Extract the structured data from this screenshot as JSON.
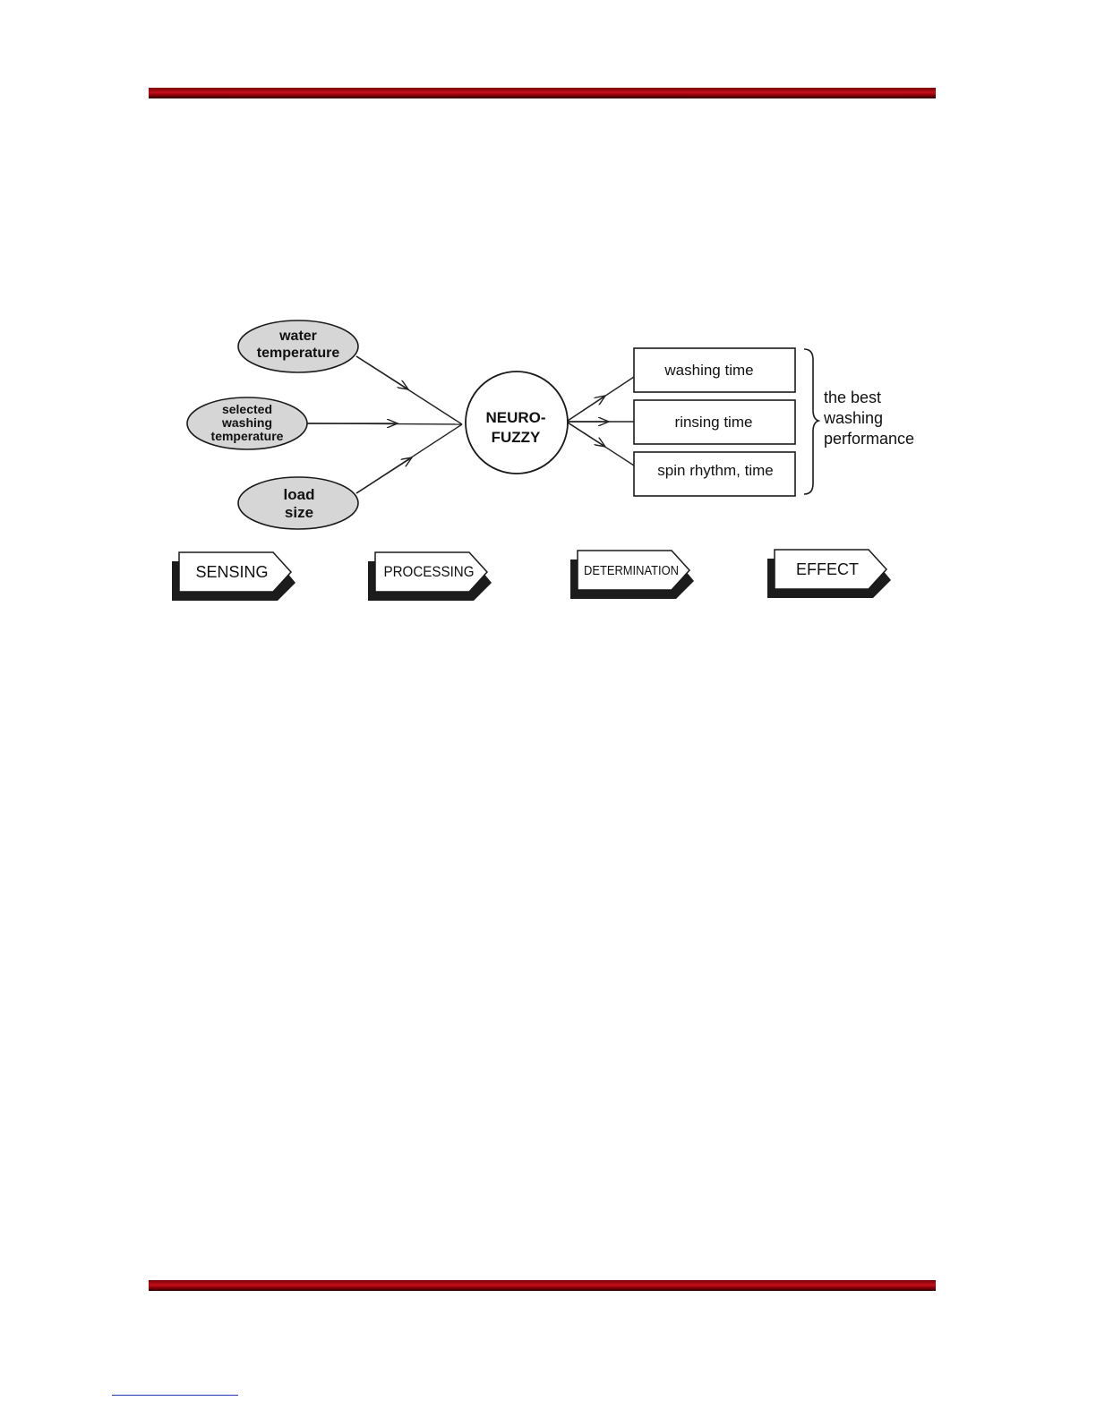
{
  "diagram": {
    "inputs": [
      {
        "line1": "water",
        "line2": "temperature",
        "line3": ""
      },
      {
        "line1": "selected",
        "line2": "washing",
        "line3": "temperature"
      },
      {
        "line1": "load",
        "line2": "size",
        "line3": ""
      }
    ],
    "center": {
      "line1": "NEURO-",
      "line2": "FUZZY"
    },
    "outputs": [
      "washing time",
      "rinsing time",
      "spin rhythm, time"
    ],
    "result": {
      "line1": "the best",
      "line2": "washing",
      "line3": "performance"
    },
    "stages": [
      "SENSING",
      "PROCESSING",
      "DETERMINATION",
      "EFFECT"
    ]
  },
  "colors": {
    "rule_red": "#b0101a",
    "ellipse_fill": "#d6d6d6",
    "footnote_blue": "#2a37b8"
  }
}
